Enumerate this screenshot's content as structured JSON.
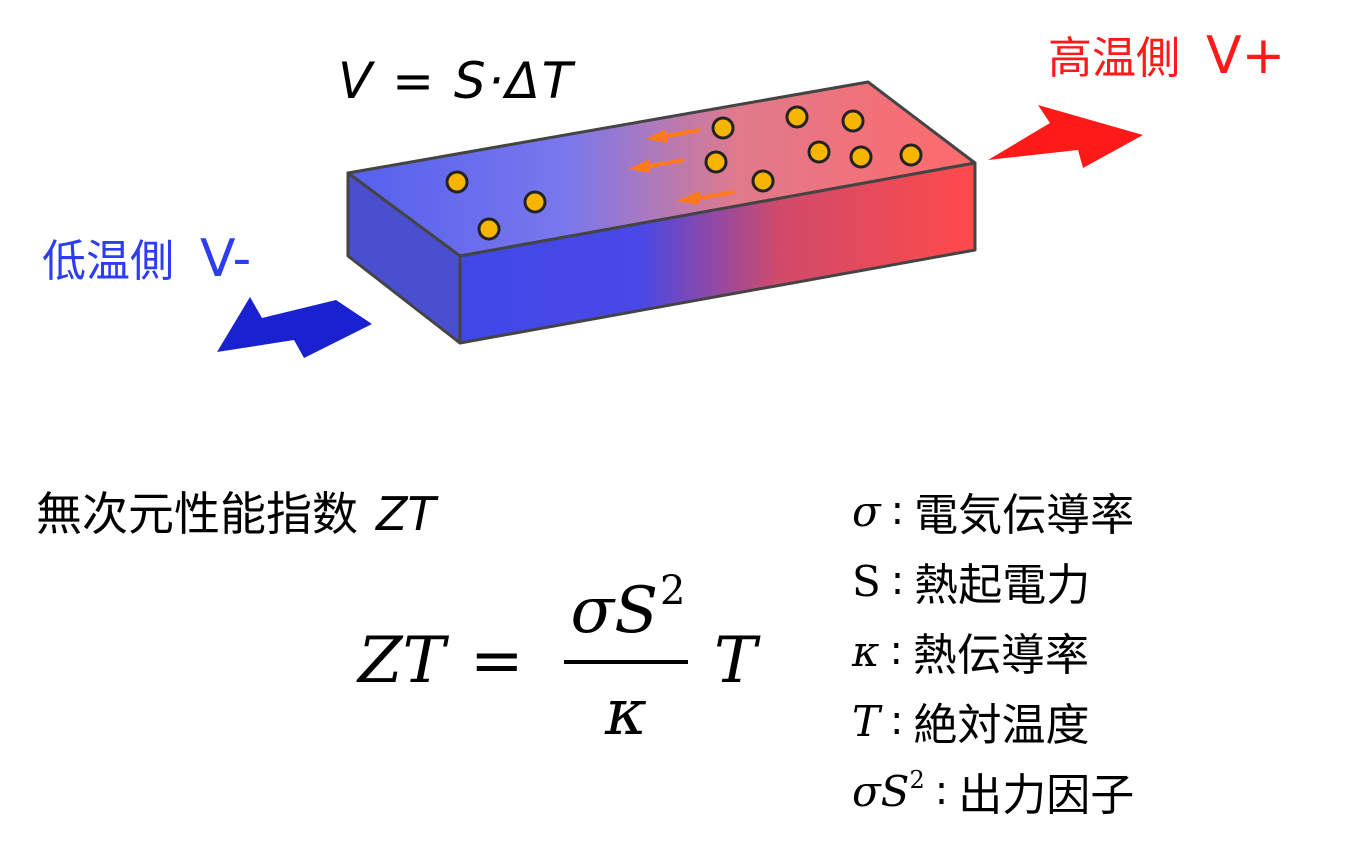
{
  "hot_side": {
    "label": "高温側",
    "voltage": "V+",
    "color": "#ff1a1a"
  },
  "cold_side": {
    "label": "低温側",
    "voltage": "V-",
    "color": "#2e3df0"
  },
  "seebeck_equation": "V = S·ΔT",
  "carrier_color": "#f7b500",
  "arrow_color": "#ff7a1a",
  "figure_of_merit": {
    "title": "無次元性能指数",
    "symbol": "ZT",
    "lhs": "ZT",
    "equals": "=",
    "numerator": "σS",
    "numerator_exp": "2",
    "denominator": "κ",
    "factor": "T"
  },
  "legend": [
    {
      "symbol": "σ",
      "exp": "",
      "desc": "電気伝導率"
    },
    {
      "symbol": "S",
      "exp": "",
      "desc": "熱起電力"
    },
    {
      "symbol": "κ",
      "exp": "",
      "desc": "熱伝導率"
    },
    {
      "symbol": "T",
      "exp": "",
      "desc": "絶対温度"
    },
    {
      "symbol": "σS",
      "exp": "2",
      "desc": "出力因子"
    }
  ],
  "legend_separator": ":"
}
